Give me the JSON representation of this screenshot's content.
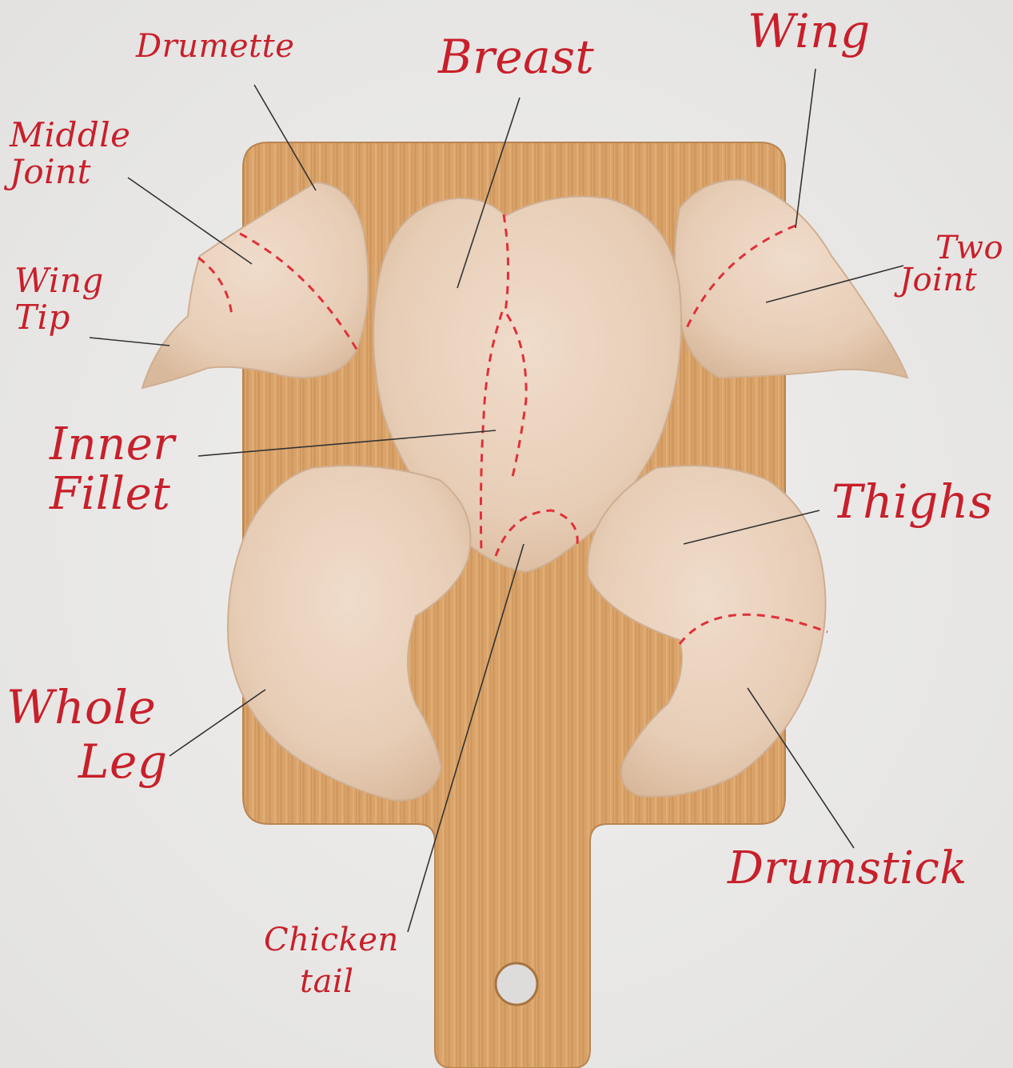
{
  "labels": {
    "breast": "Breast",
    "wing": "Wing",
    "drumette": "Drumette",
    "middle_joint": [
      "Middle",
      "Joint"
    ],
    "wing_tip": [
      "Wing",
      "Tip"
    ],
    "two_joint": [
      "Two",
      "Joint"
    ],
    "inner_fillet": [
      "Inner",
      "Fillet"
    ],
    "thighs": "Thighs",
    "whole_leg": [
      "Whole",
      "Leg"
    ],
    "drumstick": "Drumstick",
    "chicken_tail": [
      "Chicken",
      "tail"
    ]
  },
  "colors": {
    "label_red": "#c8202b",
    "leader_line": "#333333",
    "cut_line": "#e0303a",
    "board": "#d9a36a",
    "meat": "#ead2bd",
    "background": "#ecebea"
  }
}
